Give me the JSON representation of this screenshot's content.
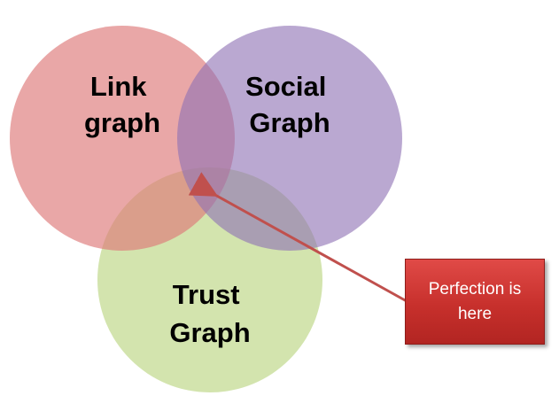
{
  "diagram": {
    "circles": [
      {
        "id": "link",
        "label_lines": [
          "Link",
          "graph"
        ],
        "color": "#e08080"
      },
      {
        "id": "social",
        "label_lines": [
          "Social",
          "Graph"
        ],
        "color": "#9f86c0"
      },
      {
        "id": "trust",
        "label_lines": [
          "Trust",
          "Graph"
        ],
        "color": "#c2d98f"
      }
    ],
    "callout": {
      "text_lines": [
        "Perfection is",
        "here"
      ],
      "color": "#c93532",
      "arrow_color": "#c0504d"
    }
  }
}
